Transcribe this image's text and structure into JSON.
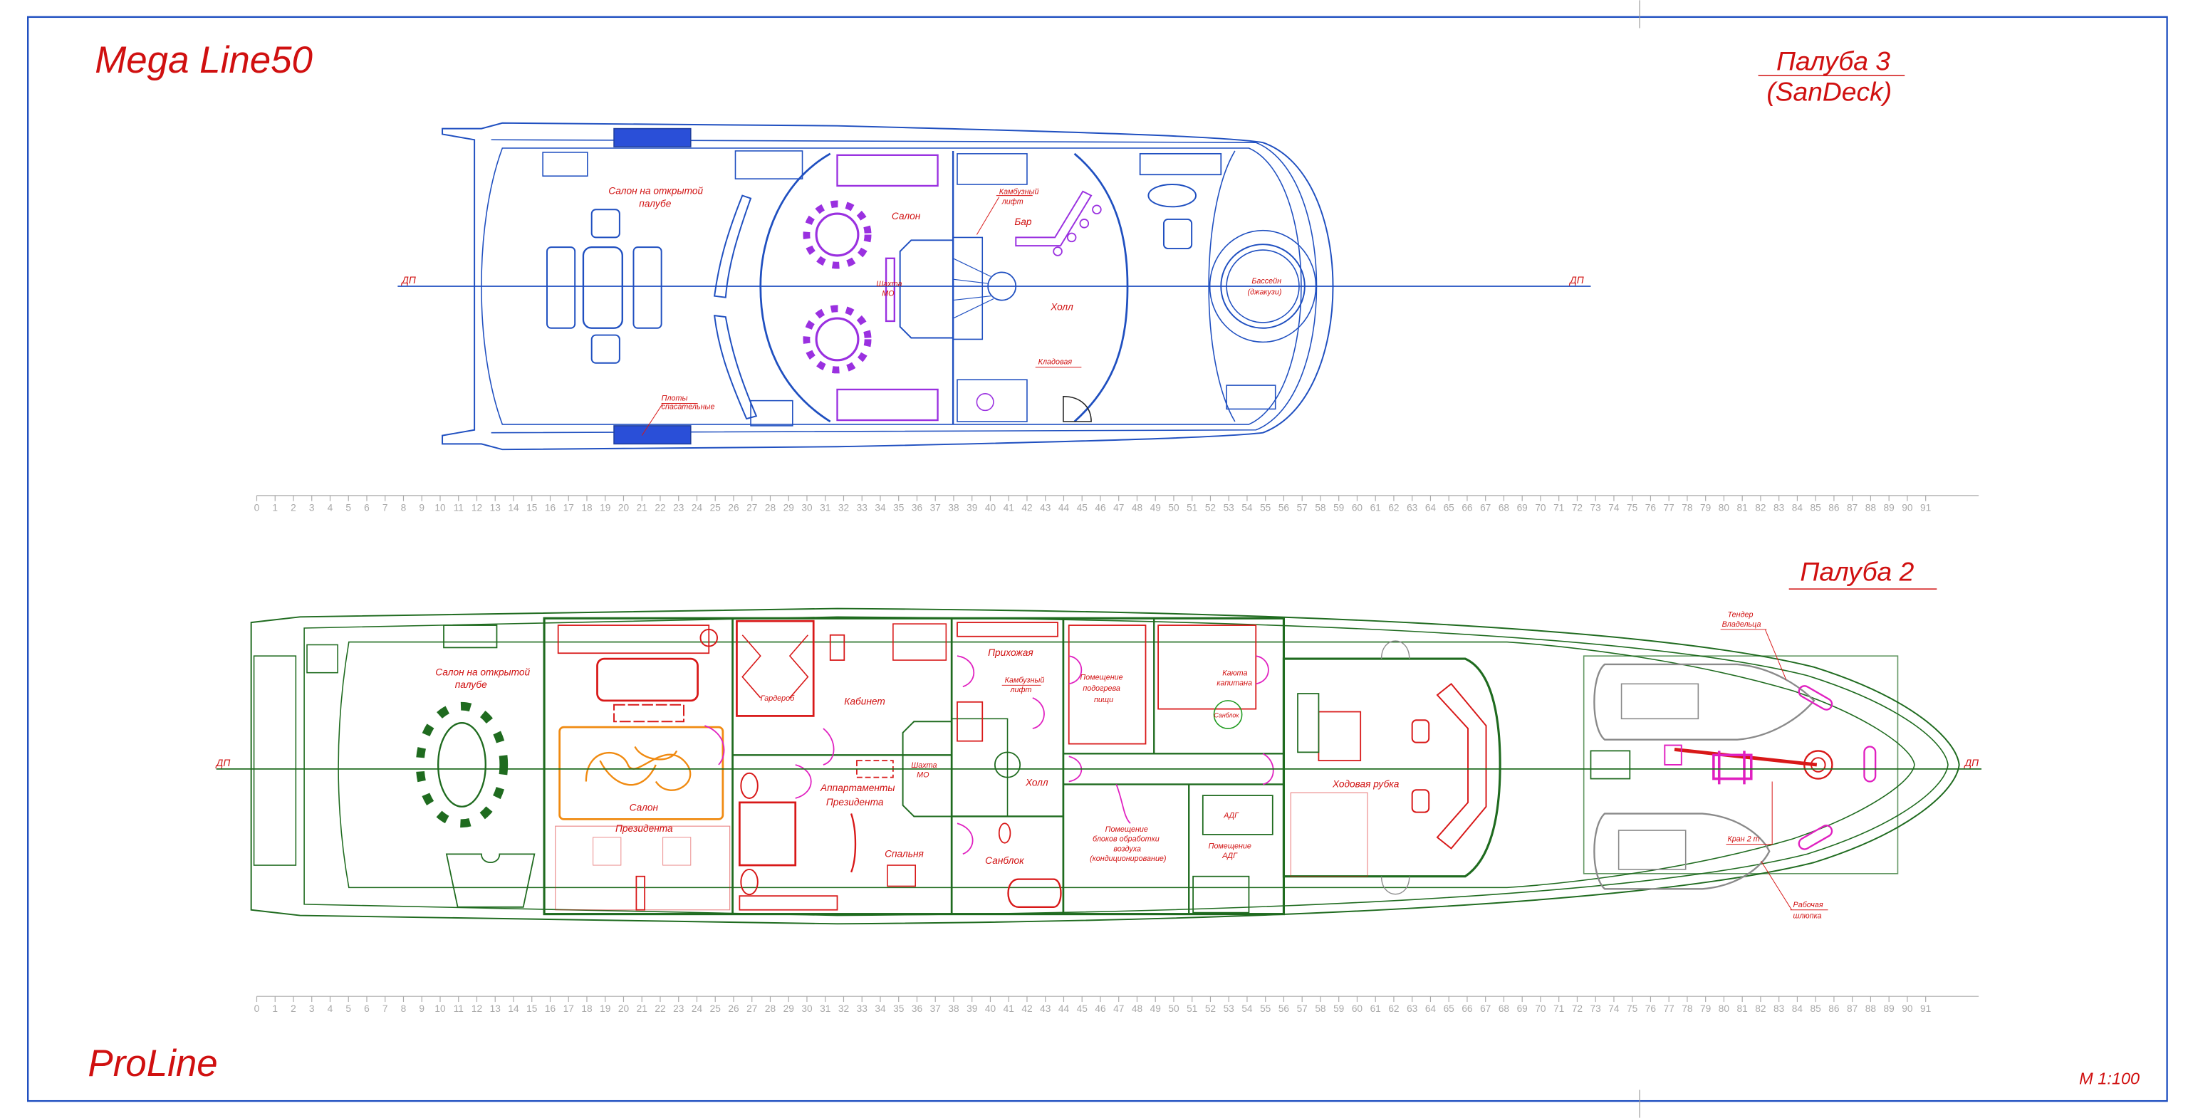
{
  "title": "Mega Line50",
  "brand": "ProLine",
  "scale": "M 1:100",
  "colors": {
    "frame": "#1f4fc0",
    "deck3": "#1f4fc0",
    "deck2": "#1f6b1f",
    "labels": "#d01010",
    "furniture": "#9a30e0"
  },
  "deck3": {
    "title_line1": "Палуба 3",
    "title_line2": "(SanDeck)",
    "centerline_left": "ДП",
    "centerline_right": "ДП",
    "rooms": {
      "open_salon_1": "Салон на открытой",
      "open_salon_2": "палубе",
      "salon": "Салон",
      "galley_lift_1": "Камбузный",
      "galley_lift_2": "лифт",
      "bar": "Бар",
      "shaft_1": "Шахта",
      "shaft_2": "МО",
      "hall": "Холл",
      "pantry": "Кладовая",
      "rafts_1": "Плоты",
      "rafts_2": "спасательные",
      "pool_1": "Бассейн",
      "pool_2": "(джакузи)"
    }
  },
  "deck2": {
    "title": "Палуба 2",
    "centerline_left": "ДП",
    "centerline_right": "ДП",
    "rooms": {
      "open_salon_1": "Салон на открытой",
      "open_salon_2": "палубе",
      "wardrobe": "Гардероб",
      "study": "Кабинет",
      "lobby": "Прихожая",
      "galley_lift_1": "Камбузный",
      "galley_lift_2": "лифт",
      "food_heat_1": "Помещение",
      "food_heat_2": "подогрева",
      "food_heat_3": "пищи",
      "captain_1": "Каюта",
      "captain_2": "капитана",
      "captain_wc": "Санблок",
      "shaft_1": "Шахта",
      "shaft_2": "МО",
      "hall": "Холл",
      "apartments_1": "Аппартаменты",
      "apartments_2": "Президента",
      "salon": "Салон",
      "salon_2": "Президента",
      "bedroom": "Спальня",
      "bathroom": "Санблок",
      "hvac_1": "Помещение",
      "hvac_2": "блоков обработки",
      "hvac_3": "воздуха",
      "hvac_4": "(кондиционирование)",
      "adg": "АДГ",
      "adg_room_1": "Помещение",
      "adg_room_2": "АДГ",
      "bridge": "Ходовая рубка",
      "tender_1": "Тендер",
      "tender_2": "Владельца",
      "crane": "Кран 2 т",
      "workboat_1": "Рабочая",
      "workboat_2": "шлюпка"
    }
  },
  "ruler": {
    "min": 0,
    "max": 91
  }
}
